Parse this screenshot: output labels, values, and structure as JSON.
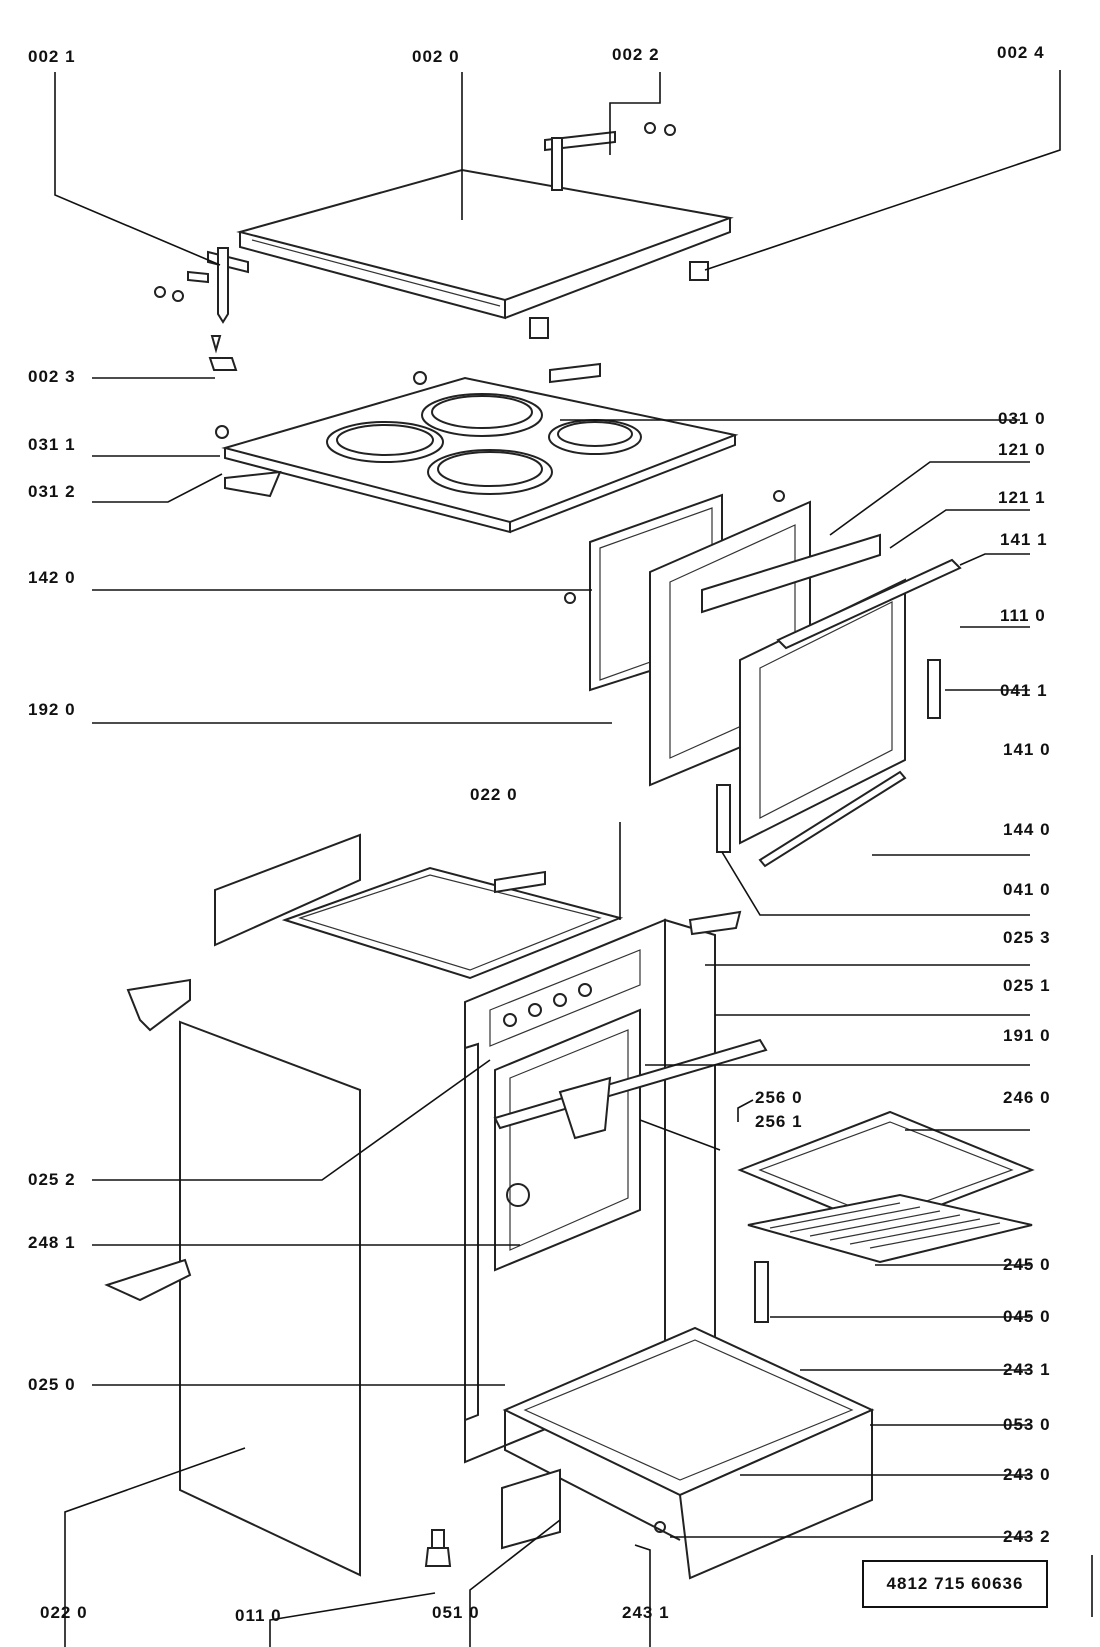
{
  "labels": {
    "l0021": "002 1",
    "l0020": "002 0",
    "l0022": "002 2",
    "l0024": "002 4",
    "l0023": "002 3",
    "l0310": "031 0",
    "l0311": "031 1",
    "l0312": "031 2",
    "l1210": "121 0",
    "l1211": "121 1",
    "l1420": "142 0",
    "l1411": "141 1",
    "l1110": "111 0",
    "l1920": "192 0",
    "l0411": "041 1",
    "l1410": "141 0",
    "l0220_top": "022 0",
    "l1440": "144 0",
    "l0410": "041 0",
    "l0253": "025 3",
    "l0251": "025 1",
    "l1910": "191 0",
    "l2560": "256 0",
    "l2561": "256 1",
    "l2460": "246 0",
    "l0252": "025 2",
    "l2481": "248 1",
    "l2450": "245 0",
    "l0450": "045 0",
    "l2431_right": "243 1",
    "l0250": "025 0",
    "l0530": "053 0",
    "l2430": "243 0",
    "l2432": "243 2",
    "l0220_bottom": "022 0",
    "l0110": "011 0",
    "l0510": "051 0",
    "l2431_bottom": "243 1"
  },
  "document_code": "4812  715  60636"
}
